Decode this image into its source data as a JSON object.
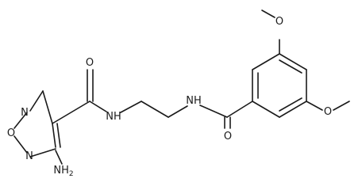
{
  "molecule": {
    "atom_labels": {
      "ring_o": "O",
      "ring_n_upper": "N",
      "ring_n_lower": "N",
      "amine": "NH",
      "amine_sub": "2",
      "amide_left_o": "O",
      "amide_left_nh": "NH",
      "amide_right_nh": "NH",
      "amide_right_o": "O",
      "methoxy_top_o": "O",
      "methoxy_right_o": "O"
    }
  }
}
